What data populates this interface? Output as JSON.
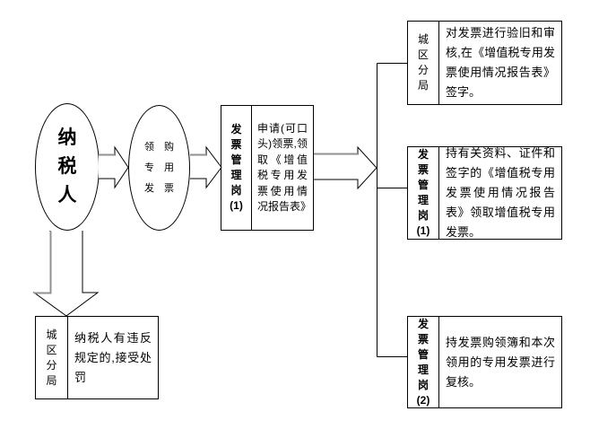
{
  "colors": {
    "line": "#000000",
    "arrow_highlight": "#909090",
    "background": "#ffffff",
    "text": "#000000"
  },
  "diagram": {
    "type": "flowchart",
    "nodes": {
      "taxpayer": {
        "shape": "ellipse",
        "label": "纳\n税\n人"
      },
      "purchase": {
        "shape": "ellipse",
        "label": "领　购\n专　用\n发　票"
      },
      "apply": {
        "shape": "split-box",
        "role": "发\n票\n管\n理\n岗\n(1)",
        "desc": "申请(可口头)领票,领取《增值税专用发票使用情况报告表》"
      },
      "verify": {
        "shape": "split-box",
        "role": "城\n区\n分\n局",
        "desc": "对发票进行验旧和审核,在《增值税专用发票使用情况报告表》签字。"
      },
      "issue": {
        "shape": "split-box",
        "role": "发\n票\n管\n理\n岗\n(1)",
        "desc": "持有关资料、证件和签字的《增值税专用发票使用情况报告表》领取增值税专用发票。"
      },
      "review": {
        "shape": "split-box",
        "role": "发\n票\n管\n理\n岗\n(2)",
        "desc": "持发票购领簿和本次领用的专用发票进行复核。"
      },
      "penalty": {
        "shape": "split-box",
        "role": "城\n区\n分\n局",
        "desc": "纳税人有违反规定的,接受处罚"
      }
    },
    "edges": [
      {
        "from": "taxpayer",
        "to": "purchase",
        "style": "block-arrow-right"
      },
      {
        "from": "purchase",
        "to": "apply",
        "style": "block-arrow-right"
      },
      {
        "from": "apply",
        "to": "verify/issue/review",
        "style": "block-arrow-right-into-branch-line"
      },
      {
        "from": "taxpayer",
        "to": "penalty",
        "style": "block-arrow-down"
      }
    ]
  }
}
